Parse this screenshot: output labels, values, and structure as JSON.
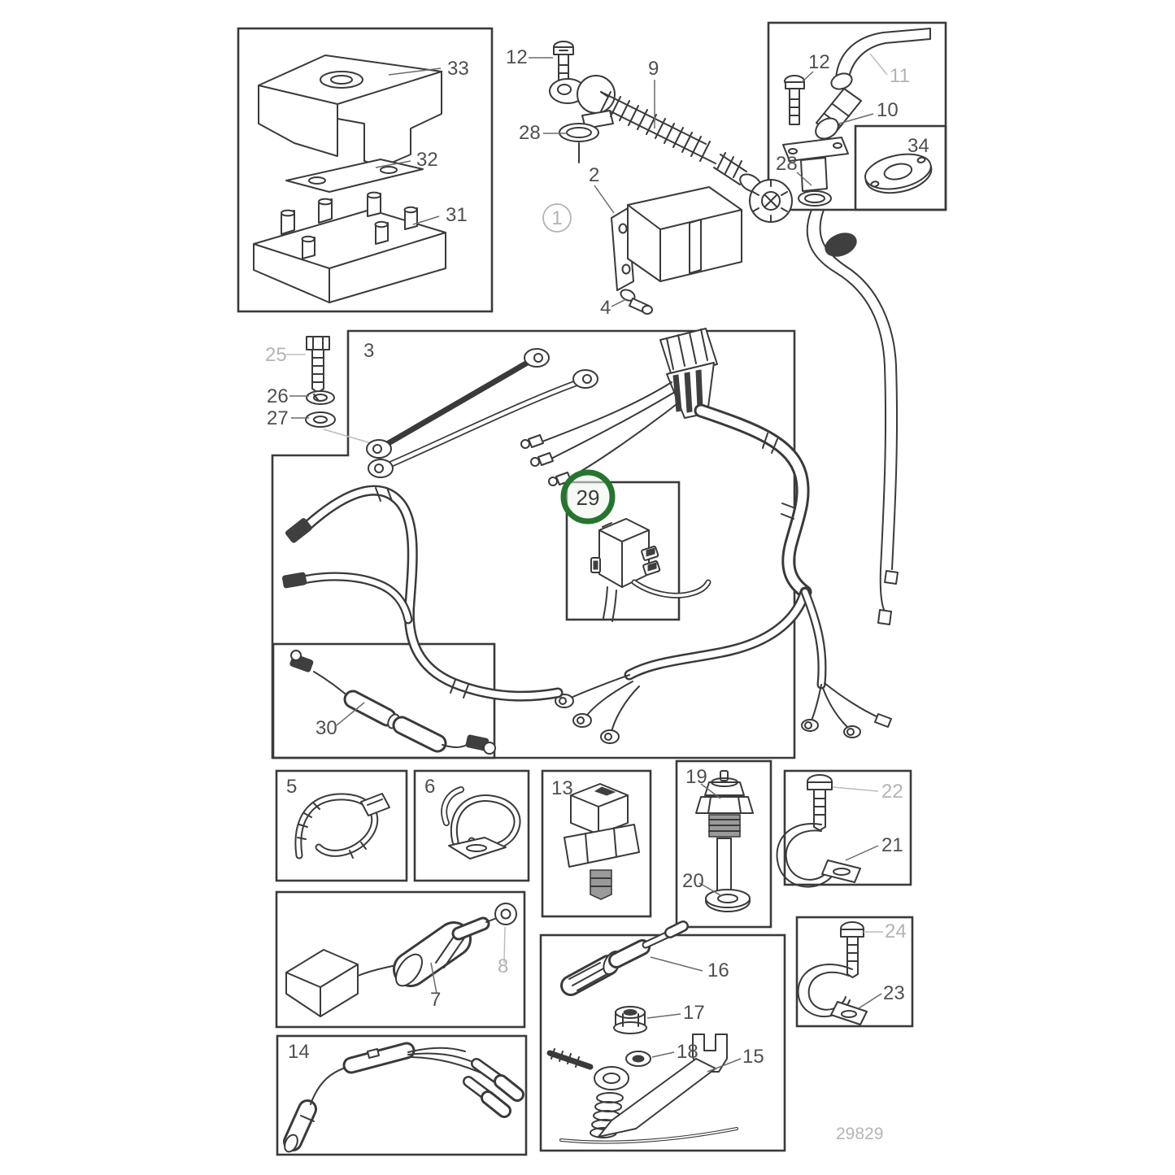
{
  "diagram": {
    "type": "exploded-parts-diagram",
    "drawing_number": "29829",
    "highlighted_part": "29",
    "colors": {
      "line": "#3a3a3a",
      "label": "#4f4f4f",
      "label_muted": "#b3b3b3",
      "highlight_ring": "#26742f",
      "highlight_fill": "#eef4ee"
    }
  },
  "parts": [
    {
      "name": "fuse-box-cover",
      "num": "33"
    },
    {
      "name": "fuse-box-gasket",
      "num": "32"
    },
    {
      "name": "fuse-box-base",
      "num": "31"
    },
    {
      "name": "sender-screw",
      "num": "12"
    },
    {
      "name": "oil-pressure-sender",
      "num": "9"
    },
    {
      "name": "sender-o-ring",
      "num": "28"
    },
    {
      "name": "connection-screw",
      "num": "12"
    },
    {
      "name": "hose",
      "num": "11",
      "muted": true
    },
    {
      "name": "connection-piece",
      "num": "10"
    },
    {
      "name": "connection-o-ring",
      "num": "28"
    },
    {
      "name": "flange-gasket",
      "num": "34"
    },
    {
      "name": "control-module",
      "num": "2"
    },
    {
      "name": "assembly-ref",
      "num": "1",
      "muted": true
    },
    {
      "name": "module-screw",
      "num": "4"
    },
    {
      "name": "terminal-screw",
      "num": "25",
      "muted": true
    },
    {
      "name": "spring-washer",
      "num": "26"
    },
    {
      "name": "flat-washer",
      "num": "27"
    },
    {
      "name": "cable-harness",
      "num": "3"
    },
    {
      "name": "relay",
      "num": "29",
      "highlighted": true
    },
    {
      "name": "extension-cable",
      "num": "30"
    },
    {
      "name": "cable-tie",
      "num": "5"
    },
    {
      "name": "cable-clamp",
      "num": "6"
    },
    {
      "name": "oil-pressure-switch",
      "num": "13"
    },
    {
      "name": "temperature-sensor",
      "num": "19"
    },
    {
      "name": "sensor-washer",
      "num": "20"
    },
    {
      "name": "clamp-screw",
      "num": "22",
      "muted": true
    },
    {
      "name": "p-clamp",
      "num": "21"
    },
    {
      "name": "stop-solenoid",
      "num": "7"
    },
    {
      "name": "solenoid-washer",
      "num": "8",
      "muted": true
    },
    {
      "name": "glow-plug",
      "num": "16"
    },
    {
      "name": "hex-nut",
      "num": "17"
    },
    {
      "name": "lock-washer",
      "num": "18"
    },
    {
      "name": "spring-bracket",
      "num": "15"
    },
    {
      "name": "sensor-harness",
      "num": "14"
    },
    {
      "name": "clamp-screw-2",
      "num": "24",
      "muted": true
    },
    {
      "name": "p-clamp-2",
      "num": "23"
    }
  ]
}
